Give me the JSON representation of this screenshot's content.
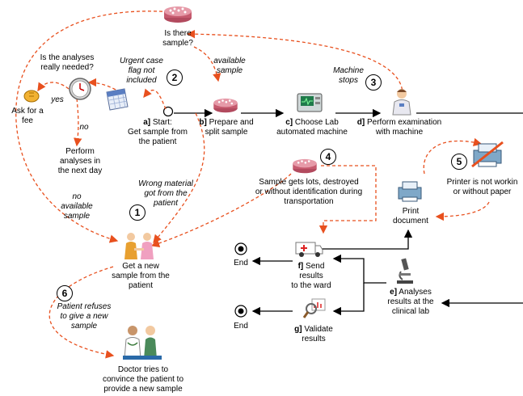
{
  "nodes": {
    "is_there_sample": "Is there\nsample?",
    "analyses_needed": "Is the analyses\nreally needed?",
    "urgent_flag": "Urgent case\nflag not\nincluded",
    "available_sample": "available\nsample",
    "machine_stops": "Machine\nstops",
    "yes": "yes",
    "no": "no",
    "ask_fee": "Ask for a\nfee",
    "start_prefix": "a]",
    "start_text": " Start:\nGet sample from\nthe patient",
    "prepare_prefix": "b]",
    "prepare_text": " Prepare and\nsplit sample",
    "choose_prefix": "c]",
    "choose_text": " Choose Lab\nautomated machine",
    "perform_prefix": "d]",
    "perform_text": " Perform examination\nwith machine",
    "next_day": "Perform\nanalyses in\nthe next day",
    "wrong_material": "Wrong material\ngot from the\npatient",
    "sample_lost": "Sample gets lots, destroyed\nor without identification during\ntransportation",
    "printer_not_working": "Printer is not workin\nor without paper",
    "print_document": "Print\ndocument",
    "no_available": "no\navailable\nsample",
    "get_new_sample": "Get a new\nsample from the\npatient",
    "send_prefix": "f]",
    "send_text": " Send\nresults\nto the ward",
    "analyses_prefix": "e]",
    "analyses_text": " Analyses\nresults at the\nclinical lab",
    "end1": "End",
    "end2": "End",
    "validate_prefix": "g]",
    "validate_text": " Validate\nresults",
    "patient_refuses": "Patient refuses\nto give a new\nsample",
    "doctor_tries": "Doctor tries to\nconvince the patient to\nprovide a new sample"
  },
  "badges": {
    "b1": "1",
    "b2": "2",
    "b3": "3",
    "b4": "4",
    "b5": "5",
    "b6": "6"
  },
  "icons": {
    "sample_tray": "sample-tray-icon",
    "clock": "clock-icon",
    "coin": "coin-icon",
    "calendar": "calendar-icon",
    "lab_machine": "lab-machine-icon",
    "technician": "technician-icon",
    "printer": "printer-icon",
    "ambulance": "ambulance-icon",
    "microscope": "microscope-icon",
    "magnifier_chart": "magnifier-chart-icon",
    "nurse_patient": "nurse-patient-icon",
    "doctor_patient": "doctor-patient-icon",
    "end_target": "end-target-icon"
  },
  "colors": {
    "exception_arrow": "#e8501e",
    "flow_arrow": "#000000"
  }
}
